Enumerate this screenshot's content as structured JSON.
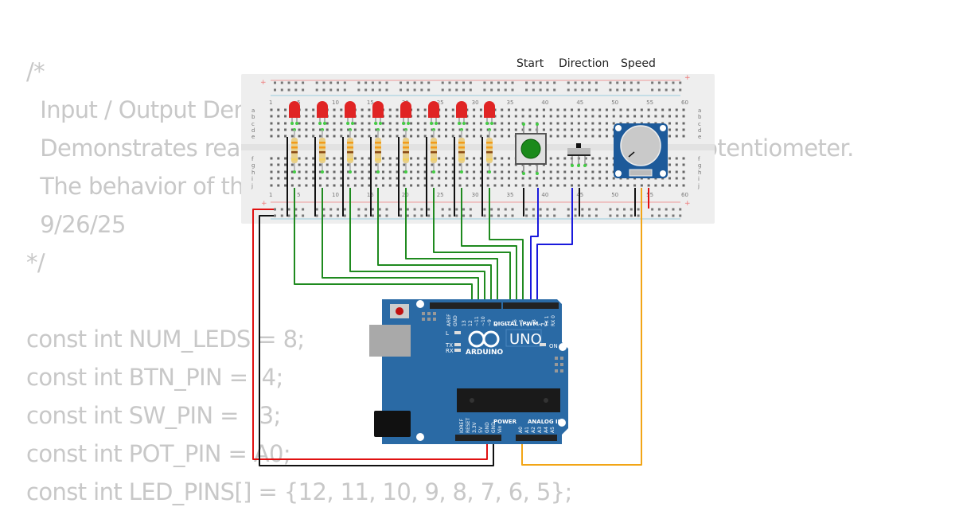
{
  "code_lines": [
    "/*",
    "  Input / Output Demo",
    "  Demonstrates reading a pushbutton, a slide switch, and a potentiometer.",
    "  The behavior of the LEDs is controlled by the inputs.",
    "  9/26/25",
    "*/",
    "",
    "const int NUM_LEDS = 8;",
    "const int BTN_PIN =  4;",
    "const int SW_PIN =   3;",
    "const int POT_PIN = A0;",
    "const int LED_PINS[] = {12, 11, 10, 9, 8, 7, 6, 5};"
  ],
  "component_labels": {
    "start": "Start",
    "direction": "Direction",
    "speed": "Speed"
  },
  "breadboard": {
    "column_numbers": [
      "1",
      "5",
      "10",
      "15",
      "20",
      "25",
      "30",
      "35",
      "40",
      "45",
      "50",
      "55",
      "60"
    ],
    "rows_top": [
      "a",
      "b",
      "c",
      "d",
      "e"
    ],
    "rows_bottom": [
      "f",
      "g",
      "h",
      "i",
      "j"
    ],
    "rail_plus": "+",
    "rail_minus": "-"
  },
  "arduino": {
    "brand": "ARDUINO",
    "model": "UNO",
    "on_label": "ON",
    "led_labels": [
      "L",
      "TX",
      "RX"
    ],
    "digital_header": "DIGITAL (PWM ~)",
    "digital_pins": [
      "AREF",
      "GND",
      "13",
      "12",
      "~11",
      "~10",
      "~9",
      "8",
      "7",
      "~6",
      "~5",
      "4",
      "~3",
      "2",
      "TX 1",
      "RX 0"
    ],
    "power_header": "POWER",
    "power_pins": [
      "IOREF",
      "RESET",
      "3.3V",
      "5V",
      "GND",
      "GND",
      "Vin"
    ],
    "analog_header": "ANALOG IN",
    "analog_pins": [
      "A0",
      "A1",
      "A2",
      "A3",
      "A4",
      "A5"
    ]
  },
  "colors": {
    "code_text": "#c8c8c8",
    "breadboard": "#eeeeee",
    "arduino_board": "#2a6aa5",
    "led": "#e02424",
    "wire_green": "#1f8a1f",
    "wire_blue": "#1a1adc",
    "wire_red": "#e01010",
    "wire_black": "#111111",
    "wire_orange": "#f2a516",
    "pot_board": "#1d5a9a",
    "button_cap": "#1a8a1a"
  }
}
